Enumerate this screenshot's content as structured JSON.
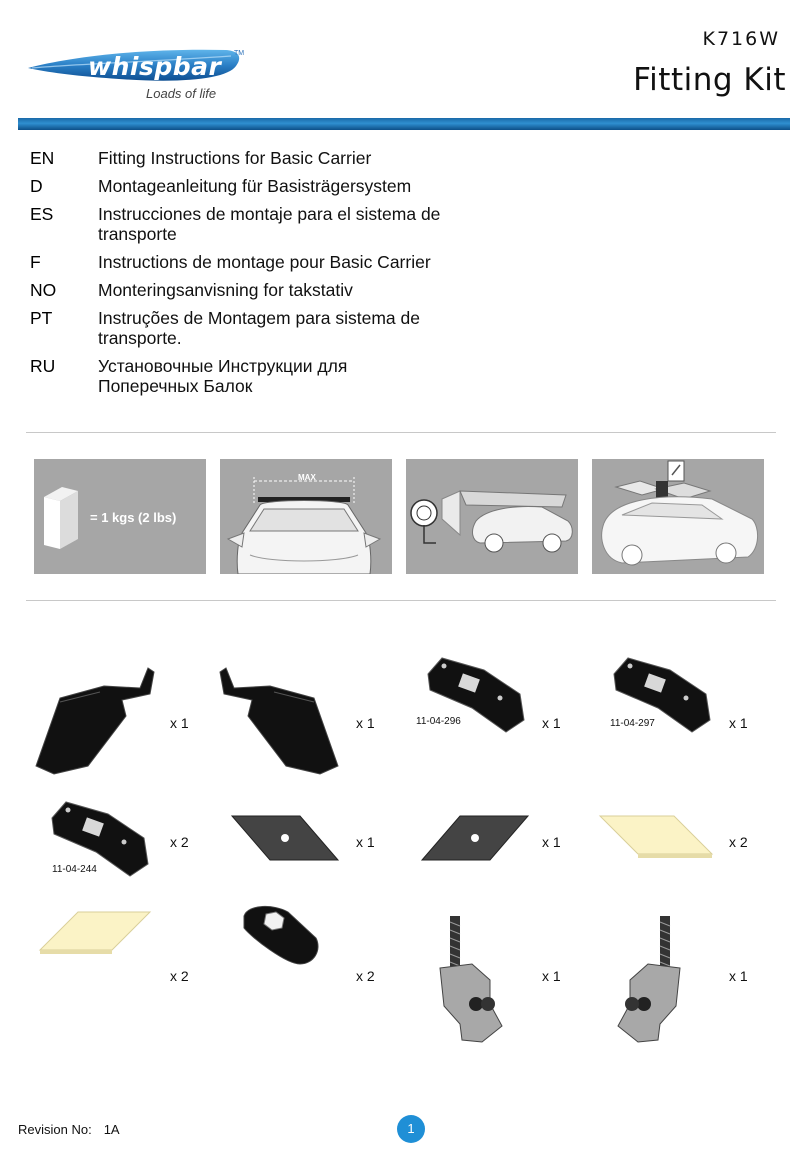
{
  "header": {
    "brand": "whispbar",
    "tagline": "Loads of life",
    "tm": "TM",
    "model_code": "K716W",
    "title": "Fitting Kit",
    "colors": {
      "rule": "#1a6aa8",
      "logo_swoosh": "#2a7fc6"
    }
  },
  "languages": [
    {
      "code": "EN",
      "text": "Fitting Instructions for Basic Carrier"
    },
    {
      "code": "D",
      "text": "Montageanleitung für Basisträgersystem"
    },
    {
      "code": "ES",
      "text": "Instrucciones de montaje para el sistema de transporte"
    },
    {
      "code": "F",
      "text": "Instructions de montage pour Basic Carrier"
    },
    {
      "code": "NO",
      "text": "Monteringsanvisning for takstativ"
    },
    {
      "code": "PT",
      "text": "Instruções de Montagem para sistema de transporte."
    },
    {
      "code": "RU",
      "text": "Установочные Инструкции для Поперечных Балок"
    }
  ],
  "panels": {
    "weight": "= 1 kgs (2 lbs)",
    "max": "MAX"
  },
  "parts": [
    {
      "qty": "x 1",
      "code": ""
    },
    {
      "qty": "x 1",
      "code": ""
    },
    {
      "qty": "x 1",
      "code": "11-04-296"
    },
    {
      "qty": "x 1",
      "code": "11-04-297"
    },
    {
      "qty": "x 2",
      "code": "11-04-244"
    },
    {
      "qty": "x 1",
      "code": ""
    },
    {
      "qty": "x 1",
      "code": ""
    },
    {
      "qty": "x 2",
      "code": ""
    },
    {
      "qty": "x 2",
      "code": ""
    },
    {
      "qty": "x 2",
      "code": ""
    },
    {
      "qty": "x 1",
      "code": ""
    },
    {
      "qty": "x 1",
      "code": ""
    }
  ],
  "footer": {
    "revision_label": "Revision No:",
    "revision_value": "1A",
    "page_number": "1"
  }
}
